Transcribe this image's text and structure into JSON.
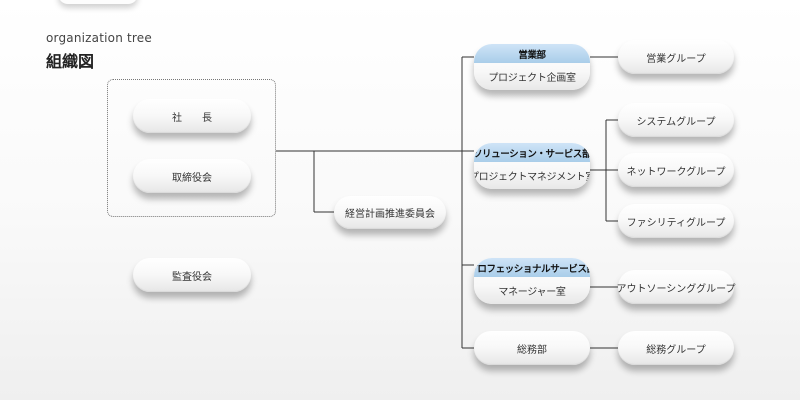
{
  "heading": {
    "subtitle": "organization tree",
    "title": "組織図"
  },
  "nodes": {
    "president": "社　　長",
    "board": "取締役会",
    "auditors": "監査役会",
    "committee": "経営計画推進委員会"
  },
  "departments": [
    {
      "name": "営業部",
      "office": "プロジェクト企画室",
      "groups": [
        "営業グループ"
      ]
    },
    {
      "name": "ソリューション・サービス部",
      "office": "プロジェクトマネジメント室",
      "groups": [
        "システムグループ",
        "ネットワークグループ",
        "ファシリティグループ"
      ]
    },
    {
      "name": "プロフェッショナルサービス部",
      "office": "マネージャー室",
      "groups": [
        "アウトソーシンググループ"
      ]
    },
    {
      "name": "総務部",
      "office": "",
      "groups": [
        "総務グループ"
      ]
    }
  ],
  "colors": {
    "dept_header": "#b7d5ee",
    "line": "#333333",
    "dashed_border": "#777777"
  }
}
